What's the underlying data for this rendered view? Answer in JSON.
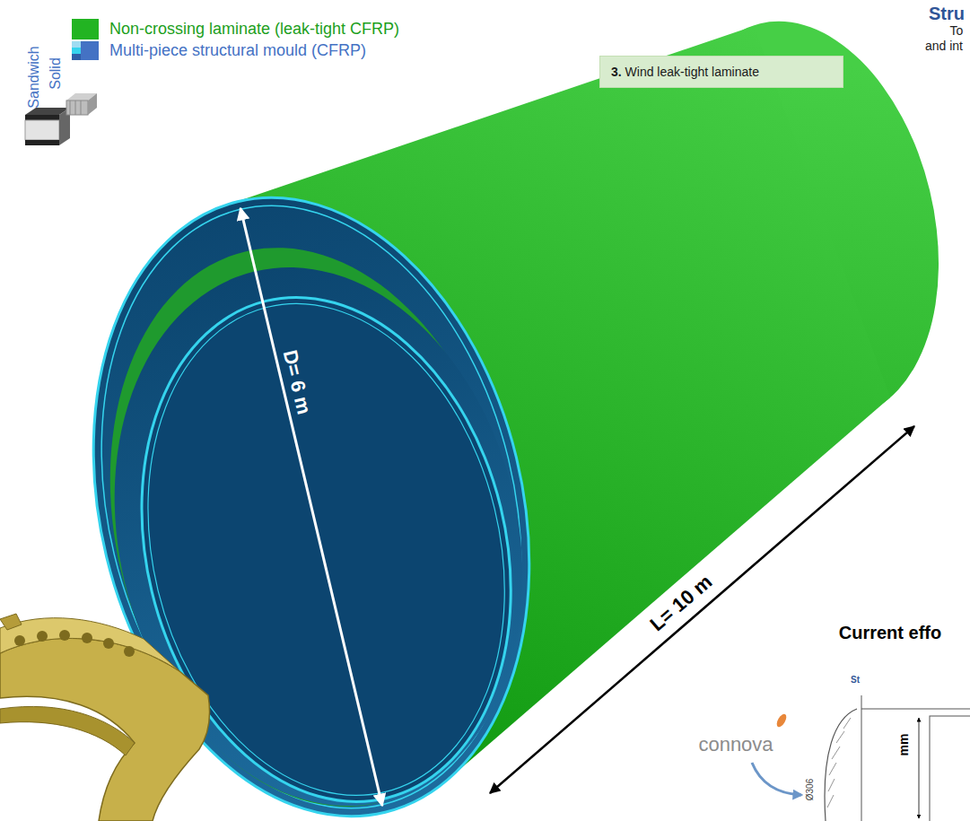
{
  "diagram": {
    "nodes": [
      {
        "text": [
          "3. Wind leak-tight laminate"
        ]
      }
    ],
    "labels": [
      "Sandwich",
      "Solid",
      "D= 6 m",
      "L= 10 m",
      "Stru",
      "To",
      "and int",
      "Current effo",
      "connova",
      "St",
      "Ø306",
      "mm"
    ],
    "legend": [
      {
        "text": "Non-crossing laminate (leak-tight CFRP)",
        "color": "#22b422"
      },
      {
        "text": "Multi-piece structural mould (CFRP)",
        "color": "#4472c4"
      }
    ]
  }
}
